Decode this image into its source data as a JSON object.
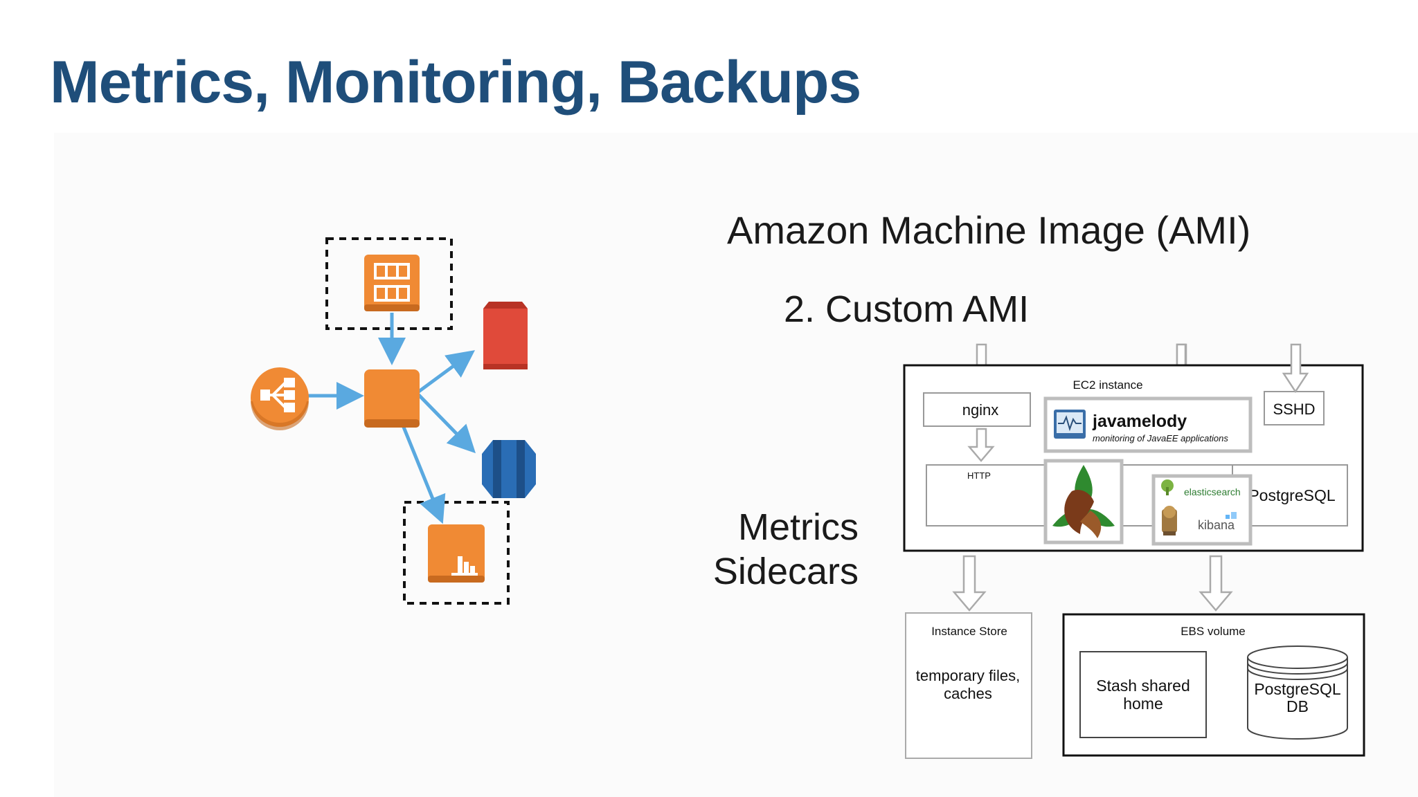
{
  "slide": {
    "title": "Metrics, Monitoring, Backups",
    "ami_heading": "Amazon Machine Image (AMI)",
    "ami_option": "2. Custom AMI",
    "sidecars_line1": "Metrics",
    "sidecars_line2": "Sidecars"
  },
  "diagram": {
    "ec2_label": "EC2 instance",
    "nginx": "nginx",
    "sshd": "SSHD",
    "http": "HTTP",
    "postgresql": "PostgreSQL",
    "javamelody_name": "javamelody",
    "javamelody_tagline": "monitoring of JavaEE applications",
    "elasticsearch": "elasticsearch",
    "kibana": "kibana",
    "instance_store_label": "Instance Store",
    "instance_store_line1": "temporary files,",
    "instance_store_line2": "caches",
    "ebs_label": "EBS volume",
    "stash_line1": "Stash shared",
    "stash_line2": "home",
    "pg_db_line1": "PostgreSQL",
    "pg_db_line2": "DB"
  },
  "colors": {
    "title": "#1f4e7a",
    "aws_orange": "#f08a34",
    "aws_red": "#e04a3a",
    "aws_blue": "#2a6db5",
    "arrow_blue": "#5aa9e0"
  },
  "icons": [
    "load-balancer-icon",
    "storage-bucket-icon",
    "database-icon",
    "stats-icon",
    "ec2-instance-icon",
    "elasticache-grid-icon"
  ]
}
